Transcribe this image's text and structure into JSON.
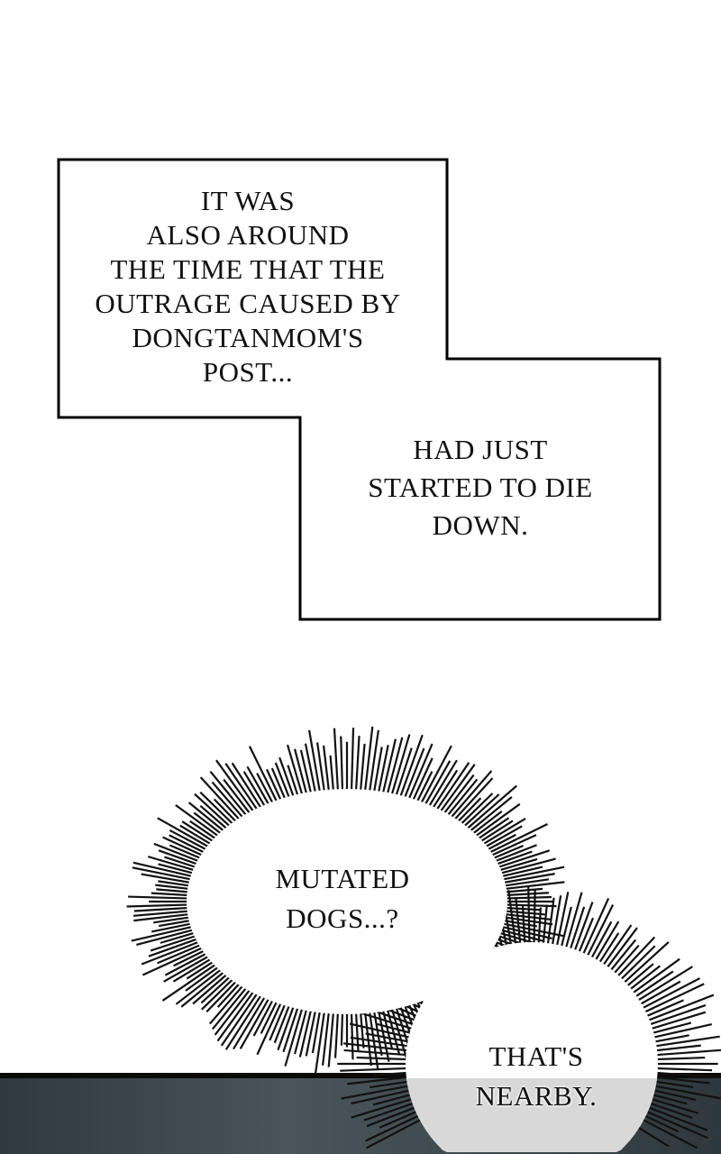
{
  "narration_box": {
    "part1_text": "IT WAS\nALSO AROUND\nTHE TIME THAT THE\nOUTRAGE CAUSED BY\nDONGTANMOM'S\nPOST...",
    "part2_text": "HAD JUST\nSTARTED TO DIE\nDOWN."
  },
  "speech_bursts": [
    {
      "text": "MUTATED\nDOGS...?"
    },
    {
      "text": "THAT'S\nNEARBY."
    }
  ],
  "colors": {
    "background": "#ffffff",
    "ink": "#111111",
    "lower_panel": "#3a464b",
    "bubble_shade": "#d8d8d8"
  }
}
